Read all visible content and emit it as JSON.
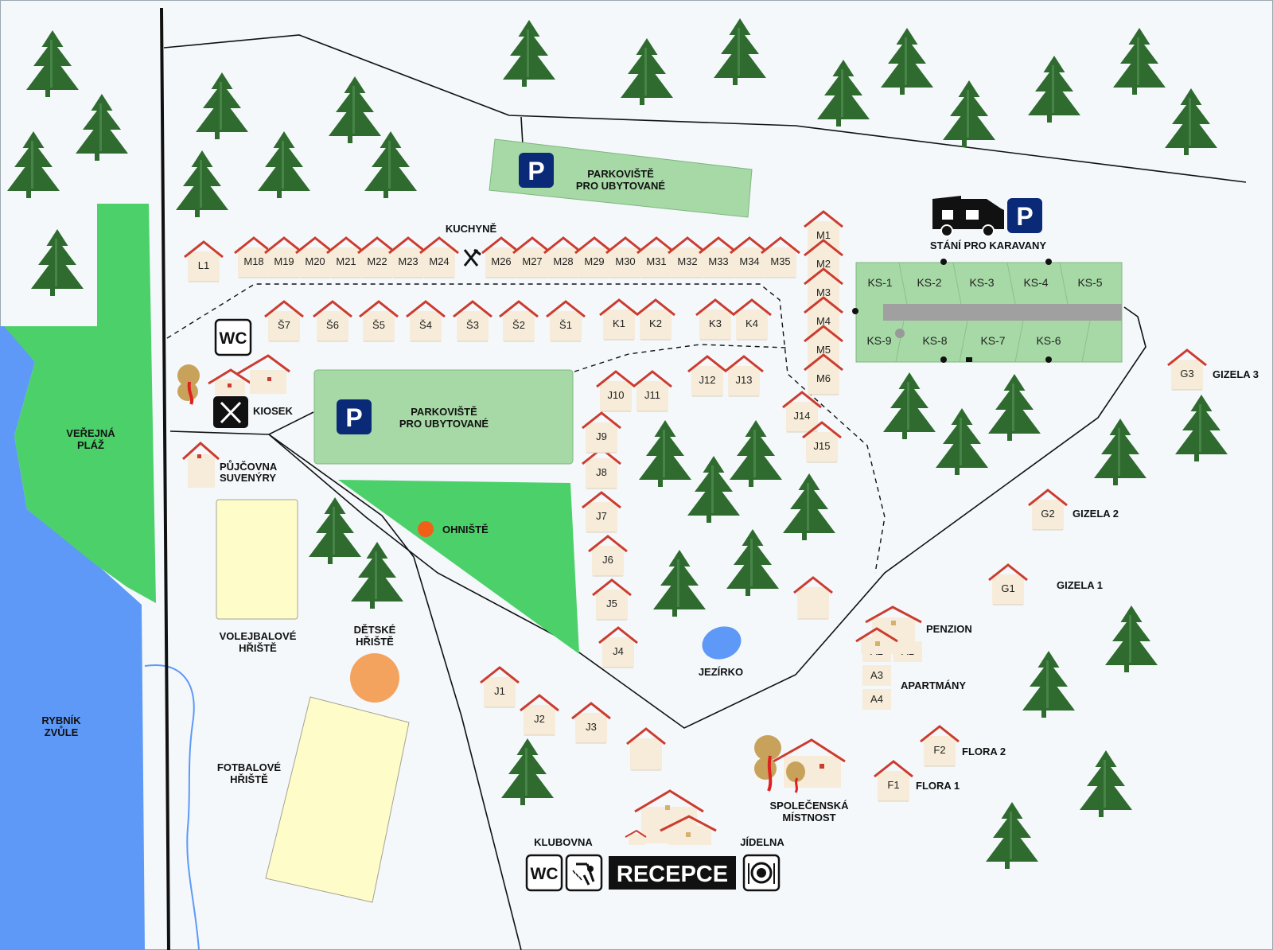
{
  "labels": {
    "parking_top_1": "PARKOVIŠTĚ",
    "parking_top_2": "PRO UBYTOVANÉ",
    "parking_mid_1": "PARKOVIŠTĚ",
    "parking_mid_2": "PRO UBYTOVANÉ",
    "caravan": "STÁNÍ PRO KARAVANY",
    "kitchen": "KUCHYNĚ",
    "kiosk": "KIOSEK",
    "beach_1": "VEŘEJNÁ",
    "beach_2": "PLÁŽ",
    "pond_1": "RYBNÍK",
    "pond_2": "ZVŮLE",
    "rental_1": "PŮJČOVNA",
    "rental_2": "SUVENÝRY",
    "volley_1": "VOLEJBALOVÉ",
    "volley_2": "HŘIŠTĚ",
    "football_1": "FOTBALOVÉ",
    "football_2": "HŘIŠTĚ",
    "kids_1": "DĚTSKÉ",
    "kids_2": "HŘIŠTĚ",
    "fireplace": "OHNIŠTĚ",
    "lake": "JEZÍRKO",
    "penzion": "PENZION",
    "apartments": "APARTMÁNY",
    "gizela1": "GIZELA 1",
    "gizela2": "GIZELA 2",
    "gizela3": "GIZELA 3",
    "flora1": "FLORA 1",
    "flora2": "FLORA 2",
    "social_1": "SPOLEČENSKÁ",
    "social_2": "MÍSTNOST",
    "club": "KLUBOVNA",
    "dining": "JÍDELNA",
    "reception": "RECEPCE",
    "wc": "WC",
    "parking_symbol": "P"
  },
  "caravan_spots": [
    "KS-1",
    "KS-2",
    "KS-3",
    "KS-4",
    "KS-5",
    "KS-9",
    "KS-8",
    "KS-7",
    "KS-6"
  ],
  "cabins": [
    "L1",
    "M18",
    "M19",
    "M20",
    "M21",
    "M22",
    "M23",
    "M24",
    "M26",
    "M27",
    "M28",
    "M29",
    "M30",
    "M31",
    "M32",
    "M33",
    "M34",
    "M35",
    "M1",
    "M2",
    "M3",
    "M4",
    "M5",
    "M6",
    "Š7",
    "Š6",
    "Š5",
    "Š4",
    "Š3",
    "Š2",
    "Š1",
    "K1",
    "K2",
    "K3",
    "K4",
    "J1",
    "J2",
    "J3",
    "J4",
    "J5",
    "J6",
    "J7",
    "J8",
    "J9",
    "J10",
    "J11",
    "J12",
    "J13",
    "J14",
    "J15",
    "G1",
    "G2",
    "G3",
    "A1",
    "A2",
    "A3",
    "A4",
    "F1",
    "F2"
  ],
  "colors": {
    "background": "#f4f8fb",
    "tree": "#2f6b2f",
    "grass": "#4cd16a",
    "parking": "#a6d9a6",
    "water": "#5e99f7",
    "roof": "#cc3b2f",
    "cabin_wall": "#f6ecd9",
    "sport_field": "#fefcc8",
    "playground": "#f4a35e",
    "fireplace": "#f06018",
    "sign_blue": "#0a2a78"
  }
}
